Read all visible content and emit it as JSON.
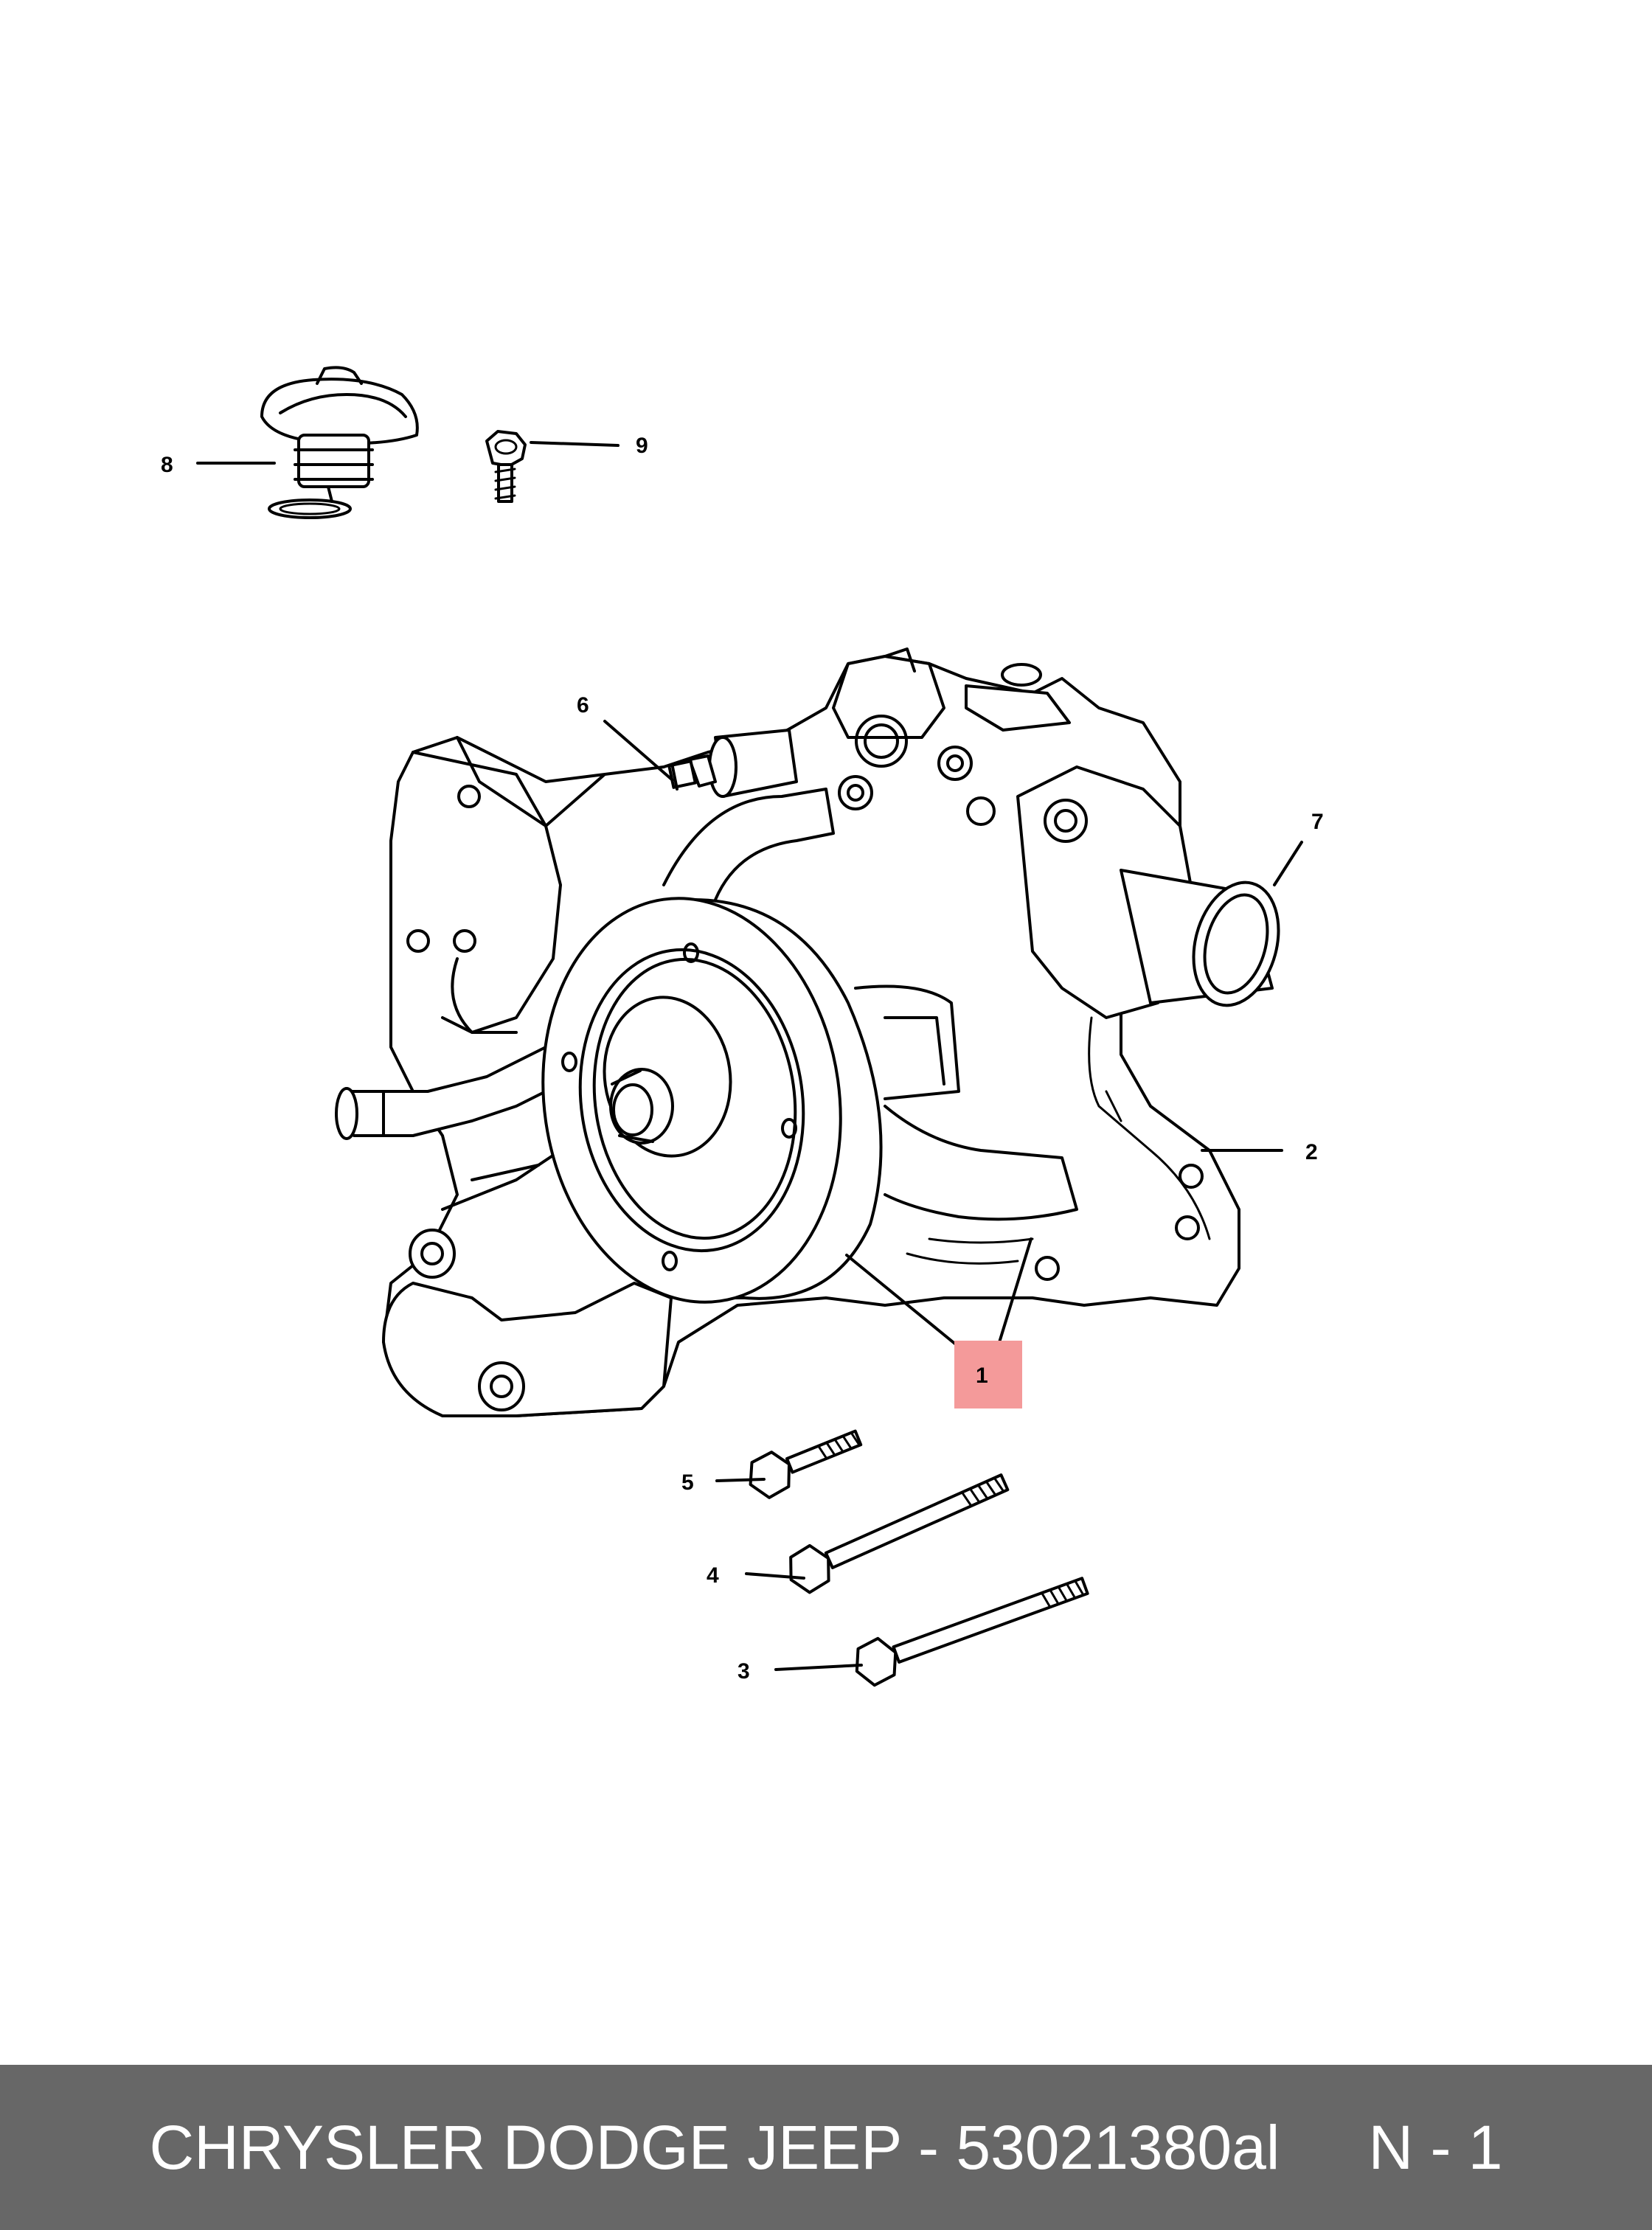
{
  "callouts": {
    "c1": "1",
    "c2": "2",
    "c3": "3",
    "c4": "4",
    "c5": "5",
    "c6": "6",
    "c7": "7",
    "c8": "8",
    "c9": "9"
  },
  "colors": {
    "highlight": "#f49a9a",
    "footer_bg": "#676767",
    "footer_text": "#ffffff",
    "line": "#000000"
  },
  "footer": {
    "part_text": "CHRYSLER DODGE JEEP - 53021380al",
    "page_text": "N - 1"
  }
}
